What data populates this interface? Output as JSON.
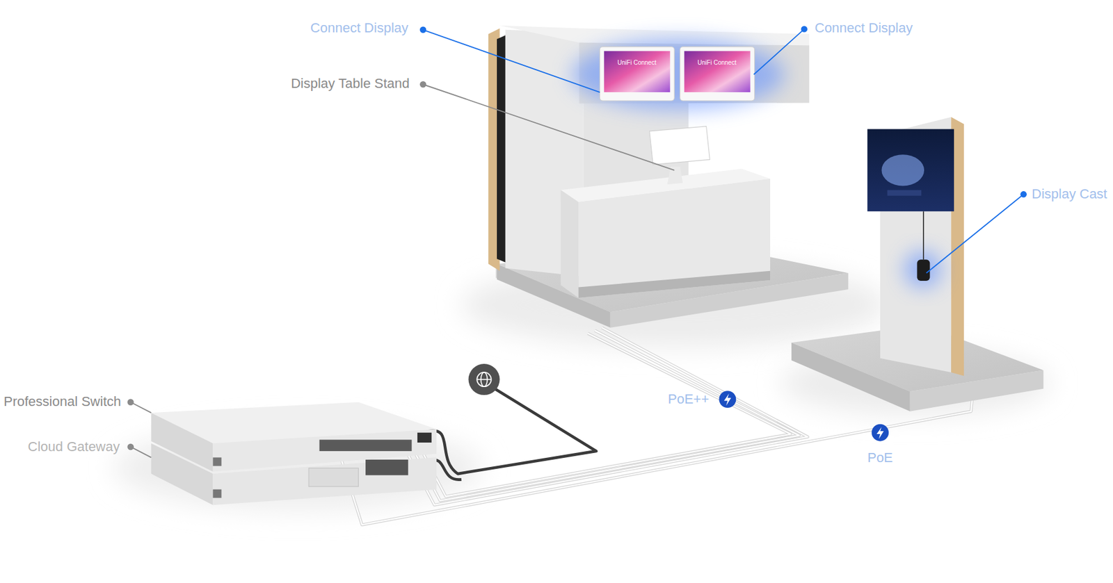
{
  "diagram": {
    "labels": [
      "Connect Display",
      "Connect Display",
      "Display Table Stand",
      "Display Cast",
      "Professional Switch",
      "Cloud Gateway",
      "PoE++",
      "PoE",
      "UniFi Connect",
      "UniFi Connect"
    ]
  }
}
